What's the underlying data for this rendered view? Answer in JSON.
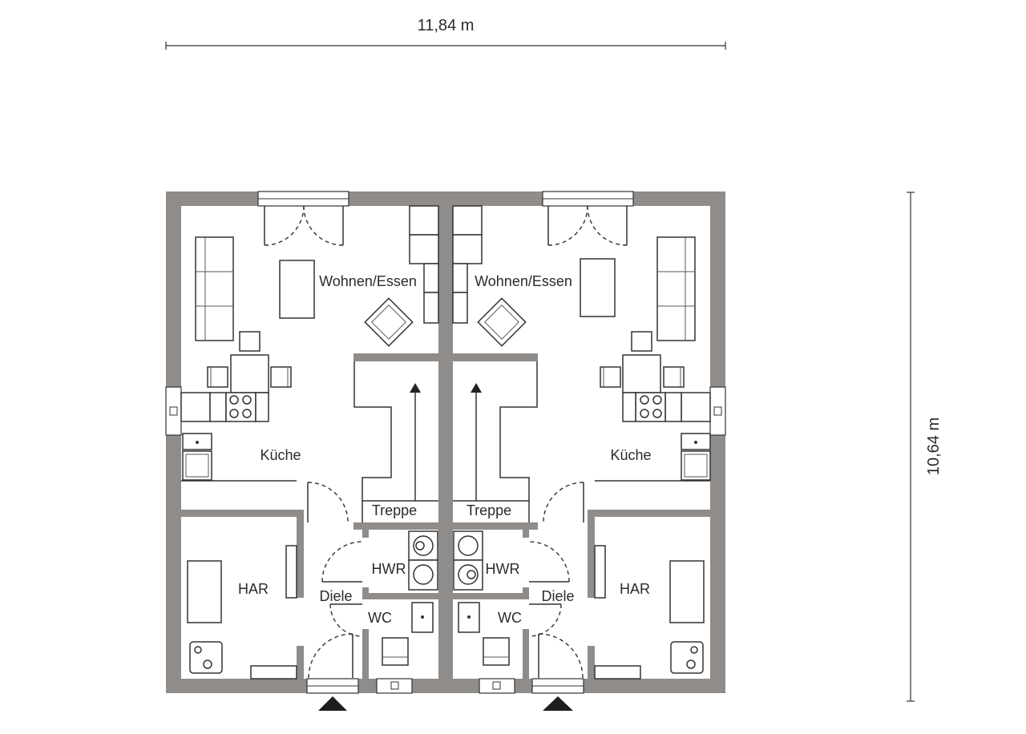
{
  "dimensions": {
    "width": "11,84 m",
    "height": "10,64 m"
  },
  "left_unit": {
    "living": "Wohnen/Essen",
    "kitchen": "Küche",
    "stairs": "Treppe",
    "utility": "HWR",
    "hallway": "Diele",
    "toilet": "WC",
    "storage": "HAR"
  },
  "right_unit": {
    "living": "Wohnen/Essen",
    "kitchen": "Küche",
    "stairs": "Treppe",
    "utility": "HWR",
    "hallway": "Diele",
    "toilet": "WC",
    "storage": "HAR"
  },
  "colors": {
    "wall": "#8f8c89",
    "line": "#333333",
    "text": "#2b2b2b"
  }
}
